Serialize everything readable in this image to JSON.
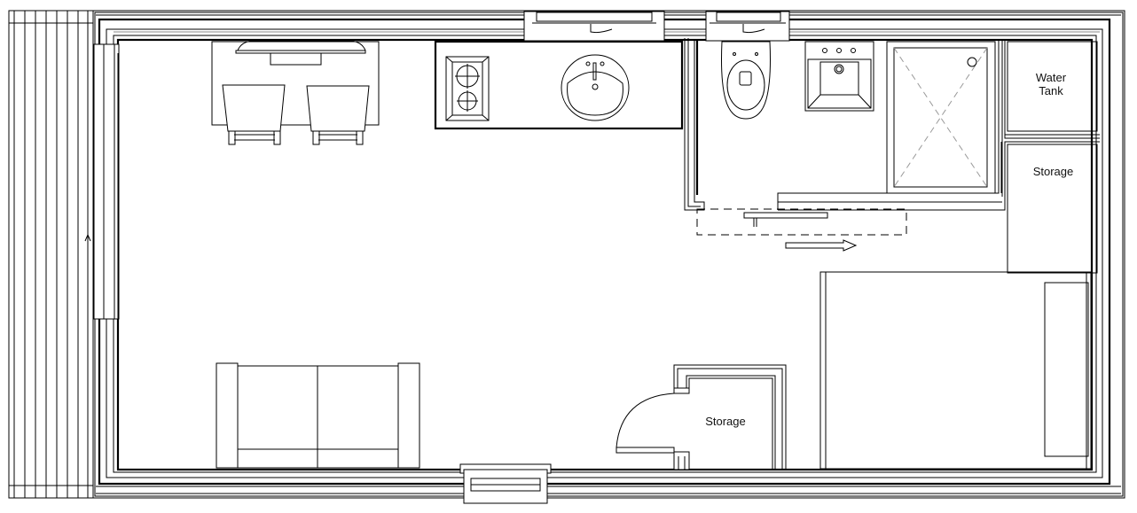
{
  "plan": {
    "type": "floor-plan",
    "rooms": [
      {
        "id": "water-tank",
        "label": "Water\nTank"
      },
      {
        "id": "storage-bathroom",
        "label": "Storage"
      },
      {
        "id": "storage-closet",
        "label": "Storage"
      }
    ],
    "fixtures": [
      "dining-table",
      "dining-chair",
      "dining-chair",
      "cooktop-two-burner",
      "kitchen-sink",
      "toilet",
      "bathroom-sink",
      "shower",
      "sofa",
      "bed",
      "entry-step",
      "deck"
    ],
    "colors": {
      "line": "#000000",
      "background": "#ffffff",
      "hidden-line": "#888888"
    }
  }
}
